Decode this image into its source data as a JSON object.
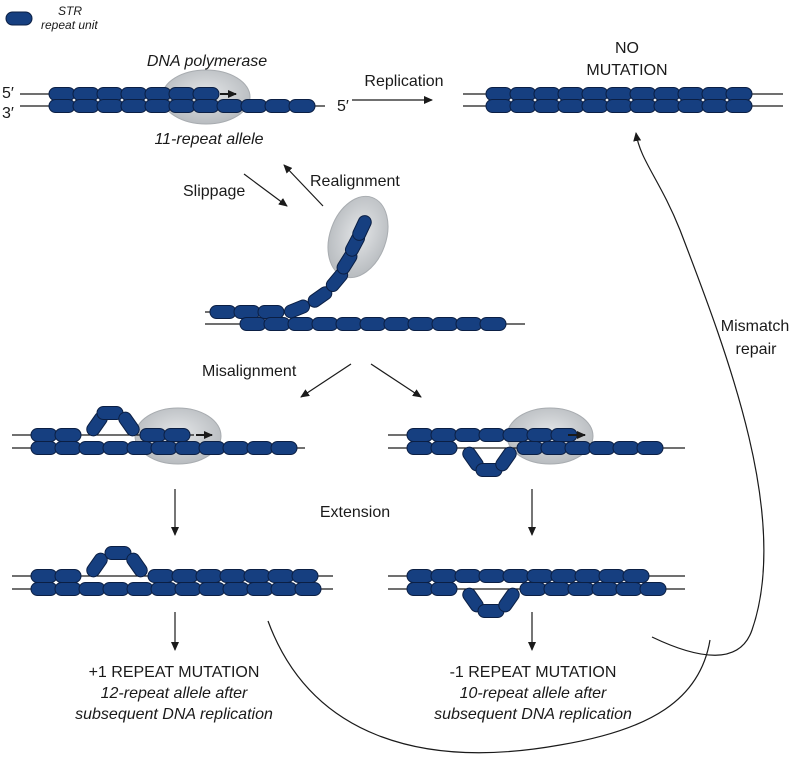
{
  "legend": {
    "symbol_label": "STR",
    "unit_label": "repeat unit"
  },
  "labels": {
    "strand5": "5′",
    "strand3": "3′",
    "strand5_right": "5′",
    "polymerase": "DNA polymerase",
    "allele11": "11-repeat allele",
    "replication": "Replication",
    "no_mutation_1": "NO",
    "no_mutation_2": "MUTATION",
    "slippage": "Slippage",
    "realignment": "Realignment",
    "misalignment": "Misalignment",
    "extension": "Extension",
    "mismatch_repair_1": "Mismatch",
    "mismatch_repair_2": "repair",
    "plus1_title": "+1 REPEAT MUTATION",
    "plus1_line1": "12-repeat allele after",
    "plus1_line2": "subsequent DNA replication",
    "minus1_title": "-1 REPEAT MUTATION",
    "minus1_line1": "10-repeat allele after",
    "minus1_line2": "subsequent DNA replication"
  },
  "colors": {
    "repeat_fill": "#163f80",
    "repeat_stroke": "#0b1f44",
    "polymerase_fill": "#c4c8cc",
    "line": "#1a1a1a"
  }
}
